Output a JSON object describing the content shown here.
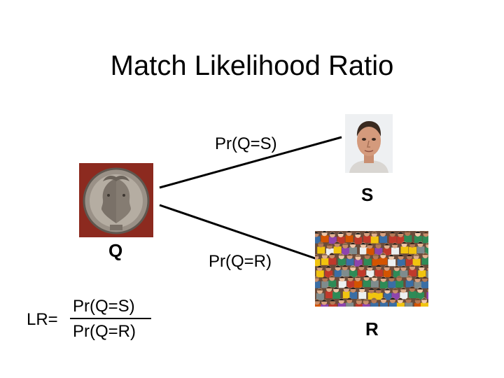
{
  "title": "Match Likelihood Ratio",
  "labels": {
    "pr_qs": "Pr(Q=S)",
    "pr_qr": "Pr(Q=R)",
    "q": "Q",
    "s": "S",
    "r": "R"
  },
  "formula": {
    "prefix": "LR=",
    "numerator": "Pr(Q=S)",
    "denominator": "Pr(Q=R)"
  },
  "images": {
    "coin": "janus-coin",
    "face": "suspect-face",
    "crowd": "crowd-population"
  },
  "colors": {
    "coin_bg": "#8c2a1f",
    "line": "#000000"
  }
}
